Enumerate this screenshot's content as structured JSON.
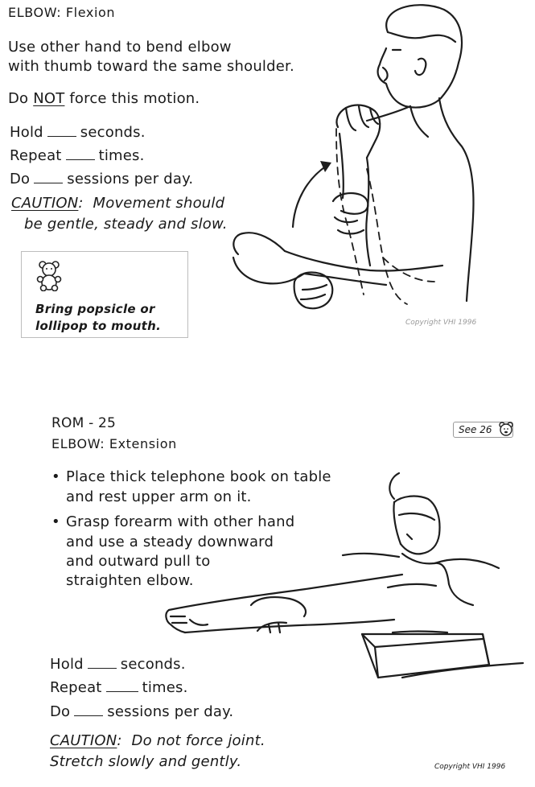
{
  "flexion": {
    "title": "ELBOW: Flexion",
    "instruction_line1": "Use other hand to bend elbow",
    "instruction_line2": "with thumb toward the same shoulder.",
    "do_not_prefix": "Do",
    "do_not_word": "NOT",
    "do_not_suffix": "force this motion.",
    "hold_label": "Hold",
    "hold_suffix": "seconds.",
    "repeat_label": "Repeat",
    "repeat_suffix": "times.",
    "do_label": "Do",
    "do_suffix": "sessions per day.",
    "caution_label": "CAUTION",
    "caution_line1": "Movement should",
    "caution_line2": "be gentle, steady and slow.",
    "tip_line1": "Bring popsicle or",
    "tip_line2": "lollipop to mouth.",
    "copyright": "Copyright VHI 1996"
  },
  "extension": {
    "code": "ROM - 25",
    "title": "ELBOW: Extension",
    "see_ref": "See 26",
    "bullet1_line1": "Place thick telephone book on table",
    "bullet1_line2": "and rest upper arm on it.",
    "bullet2_line1": "Grasp forearm with other hand",
    "bullet2_line2": "and use a steady downward",
    "bullet2_line3": "and outward pull to",
    "bullet2_line4": "straighten elbow.",
    "hold_label": "Hold",
    "hold_suffix": "seconds.",
    "repeat_label": "Repeat",
    "repeat_suffix": "times.",
    "do_label": "Do",
    "do_suffix": "sessions per day.",
    "caution_label": "CAUTION",
    "caution_line1": "Do not force joint.",
    "caution_line2": "Stretch slowly and gently.",
    "copyright": "Copyright VHI 1996"
  },
  "icons": [
    "teddy-bear-icon",
    "teddy-bear-icon"
  ]
}
